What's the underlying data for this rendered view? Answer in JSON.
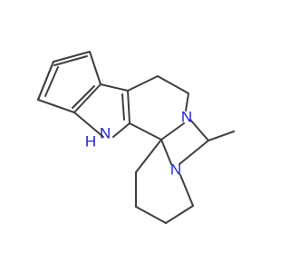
{
  "structure": {
    "atoms": {
      "nh": {
        "text": "N",
        "h": "H",
        "color": "#1f1fd0"
      },
      "n1": {
        "text": "N",
        "color": "#1f1fd0"
      },
      "n2": {
        "text": "N",
        "color": "#1f1fd0"
      }
    },
    "colors": {
      "bond": "#3f3f3f",
      "heteroatom": "#1f1fd0",
      "background": "#ffffff"
    }
  }
}
